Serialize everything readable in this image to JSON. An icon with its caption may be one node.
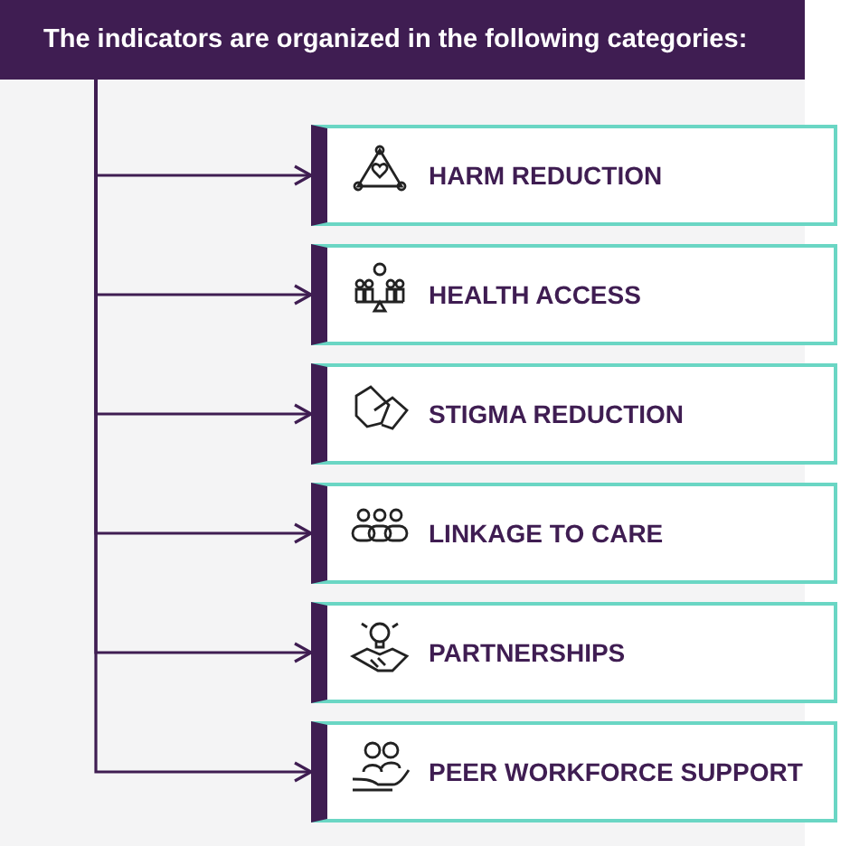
{
  "diagram": {
    "nodes": [
      {
        "text": [
          "The indicators are organized in the following categories:"
        ]
      },
      {
        "text": [
          "HARM REDUCTION"
        ]
      },
      {
        "text": [
          "HEALTH ACCESS"
        ]
      },
      {
        "text": [
          "STIGMA REDUCTION"
        ]
      },
      {
        "text": [
          "LINKAGE TO CARE"
        ]
      },
      {
        "text": [
          "PARTNERSHIPS"
        ]
      },
      {
        "text": [
          "PEER WORKFORCE SUPPORT"
        ]
      }
    ],
    "edges": [
      {
        "from": 0,
        "to": 1,
        "arrow": "to"
      },
      {
        "from": 0,
        "to": 2,
        "arrow": "to"
      },
      {
        "from": 0,
        "to": 3,
        "arrow": "to"
      },
      {
        "from": 0,
        "to": 4,
        "arrow": "to"
      },
      {
        "from": 0,
        "to": 5,
        "arrow": "to"
      },
      {
        "from": 0,
        "to": 6,
        "arrow": "to"
      }
    ]
  }
}
